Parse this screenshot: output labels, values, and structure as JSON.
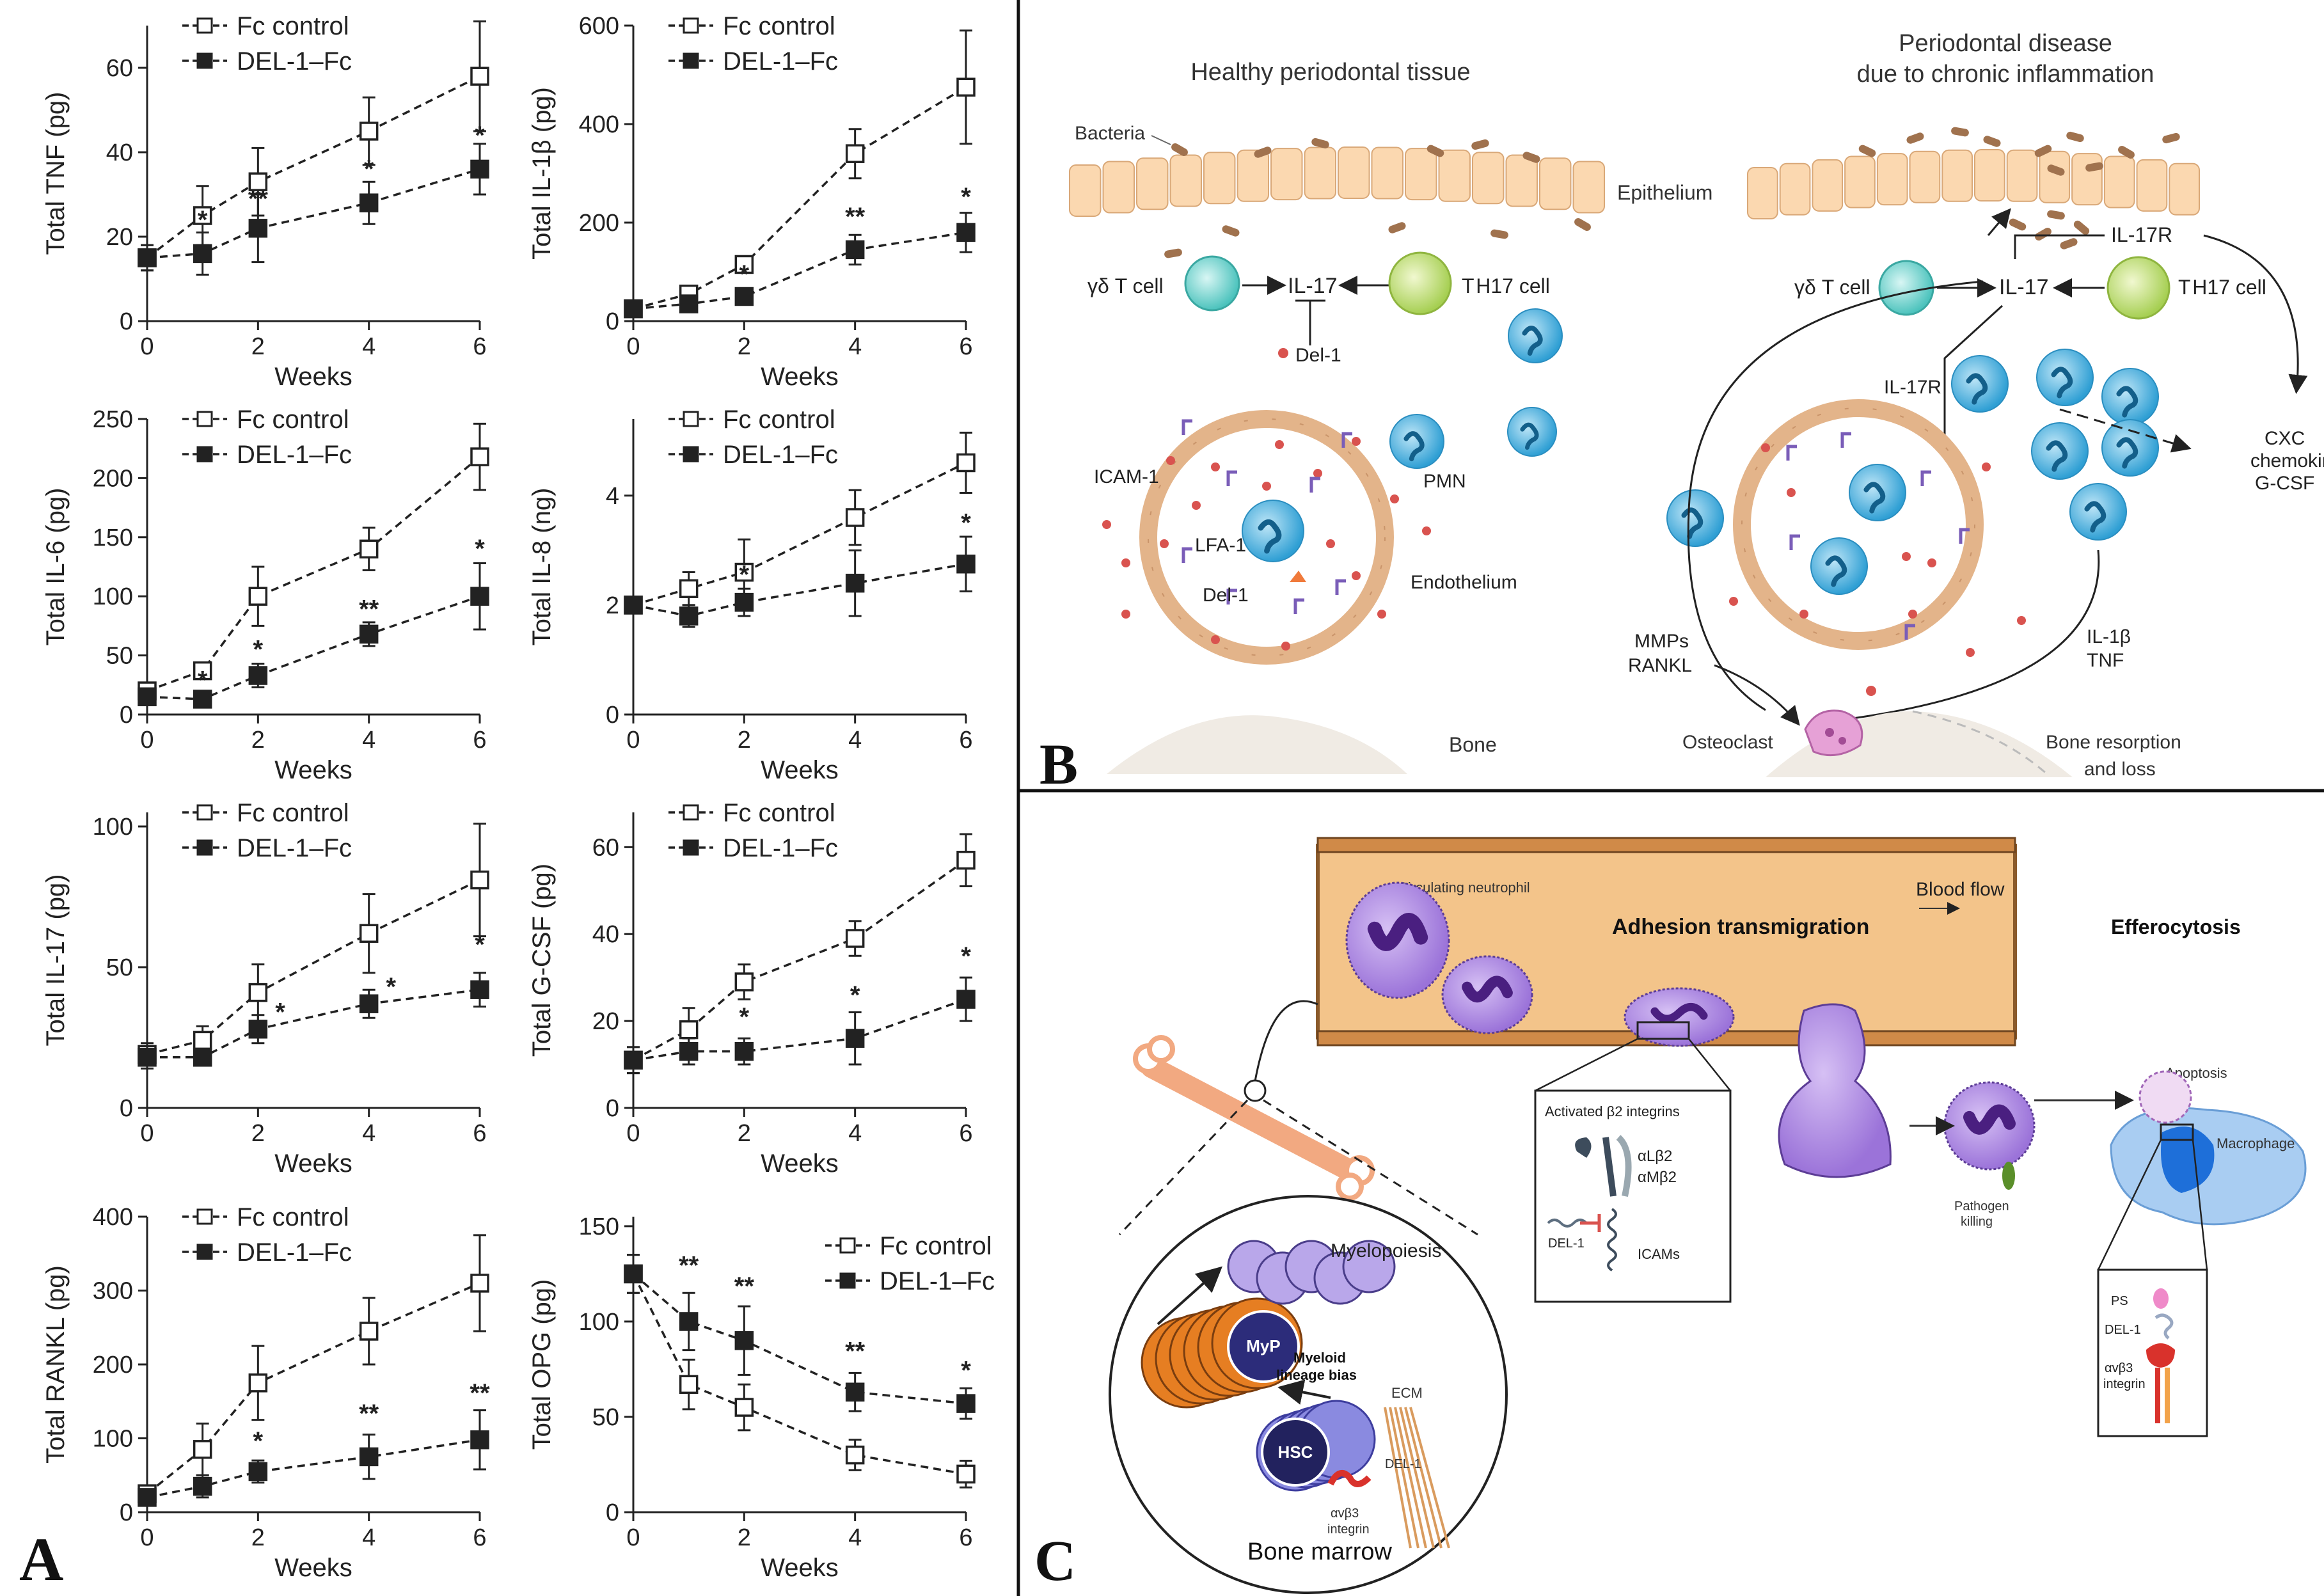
{
  "panels": {
    "a": "A",
    "b": "B",
    "c": "C"
  },
  "chart_data": [
    {
      "type": "line",
      "ylabel": "Total TNF (pg)",
      "xlabel": "Weeks",
      "x": [
        0,
        1,
        2,
        4,
        6
      ],
      "ylim": [
        0,
        70
      ],
      "yticks": [
        0,
        20,
        40,
        60
      ],
      "xticks": [
        0,
        2,
        4,
        6
      ],
      "series": [
        {
          "name": "Fc control",
          "marker": "open",
          "values": [
            15,
            25,
            33,
            45,
            58
          ],
          "err": [
            3,
            7,
            8,
            8,
            13
          ]
        },
        {
          "name": "DEL-1–Fc",
          "marker": "filled",
          "values": [
            15,
            16,
            22,
            28,
            36
          ],
          "err": [
            3,
            5,
            8,
            5,
            6
          ]
        }
      ],
      "annotations": [
        {
          "x": 1,
          "y": 22,
          "text": "*"
        },
        {
          "x": 2,
          "y": 27,
          "text": "**"
        },
        {
          "x": 4,
          "y": 34,
          "text": "*"
        },
        {
          "x": 6,
          "y": 42,
          "text": "*"
        }
      ]
    },
    {
      "type": "line",
      "ylabel": "Total IL-1β (pg)",
      "xlabel": "Weeks",
      "x": [
        0,
        1,
        2,
        4,
        6
      ],
      "ylim": [
        0,
        600
      ],
      "yticks": [
        0,
        200,
        400,
        600
      ],
      "xticks": [
        0,
        2,
        4,
        6
      ],
      "series": [
        {
          "name": "Fc control",
          "marker": "open",
          "values": [
            25,
            55,
            115,
            340,
            475
          ],
          "err": [
            10,
            15,
            15,
            50,
            115
          ]
        },
        {
          "name": "DEL-1–Fc",
          "marker": "filled",
          "values": [
            25,
            35,
            50,
            145,
            180
          ],
          "err": [
            10,
            10,
            10,
            30,
            40
          ]
        }
      ],
      "annotations": [
        {
          "x": 2,
          "y": 78,
          "text": "*"
        },
        {
          "x": 4,
          "y": 195,
          "text": "**"
        },
        {
          "x": 6,
          "y": 235,
          "text": "*"
        }
      ]
    },
    {
      "type": "line",
      "ylabel": "Total IL-6 (pg)",
      "xlabel": "Weeks",
      "x": [
        0,
        1,
        2,
        4,
        6
      ],
      "ylim": [
        0,
        250
      ],
      "yticks": [
        0,
        50,
        100,
        150,
        200,
        250
      ],
      "xticks": [
        0,
        2,
        4,
        6
      ],
      "series": [
        {
          "name": "Fc control",
          "marker": "open",
          "values": [
            20,
            37,
            100,
            140,
            218
          ],
          "err": [
            5,
            5,
            25,
            18,
            28
          ]
        },
        {
          "name": "DEL-1–Fc",
          "marker": "filled",
          "values": [
            15,
            13,
            33,
            68,
            100
          ],
          "err": [
            5,
            5,
            10,
            10,
            28
          ]
        }
      ],
      "annotations": [
        {
          "x": 1,
          "y": 22,
          "text": "*"
        },
        {
          "x": 2,
          "y": 48,
          "text": "*"
        },
        {
          "x": 4,
          "y": 82,
          "text": "**"
        },
        {
          "x": 6,
          "y": 133,
          "text": "*"
        }
      ]
    },
    {
      "type": "line",
      "ylabel": "Total IL-8 (ng)",
      "xlabel": "Weeks",
      "x": [
        0,
        1,
        2,
        4,
        6
      ],
      "ylim": [
        0,
        5.4
      ],
      "yticks": [
        0,
        2,
        4
      ],
      "xticks": [
        0,
        2,
        4,
        6
      ],
      "series": [
        {
          "name": "Fc control",
          "marker": "open",
          "values": [
            2.0,
            2.3,
            2.6,
            3.6,
            4.6
          ],
          "err": [
            0.15,
            0.3,
            0.6,
            0.5,
            0.55
          ]
        },
        {
          "name": "DEL-1–Fc",
          "marker": "filled",
          "values": [
            2.0,
            1.8,
            2.05,
            2.4,
            2.75
          ],
          "err": [
            0.15,
            0.2,
            0.25,
            0.6,
            0.5
          ]
        }
      ],
      "annotations": [
        {
          "x": 2,
          "y": 2.4,
          "text": "*"
        },
        {
          "x": 6,
          "y": 3.35,
          "text": "*"
        }
      ]
    },
    {
      "type": "line",
      "ylabel": "Total IL-17 (pg)",
      "xlabel": "Weeks",
      "x": [
        0,
        1,
        2,
        4,
        6
      ],
      "ylim": [
        0,
        105
      ],
      "yticks": [
        0,
        50,
        100
      ],
      "xticks": [
        0,
        2,
        4,
        6
      ],
      "series": [
        {
          "name": "Fc control",
          "marker": "open",
          "values": [
            19,
            24,
            41,
            62,
            81
          ],
          "err": [
            4,
            5,
            10,
            14,
            20
          ]
        },
        {
          "name": "DEL-1–Fc",
          "marker": "filled",
          "values": [
            18,
            18,
            28,
            37,
            42
          ],
          "err": [
            4,
            3,
            5,
            5,
            6
          ]
        }
      ],
      "annotations": [
        {
          "x": 2.4,
          "y": 31,
          "text": "*"
        },
        {
          "x": 4.4,
          "y": 40,
          "text": "*"
        },
        {
          "x": 6,
          "y": 55,
          "text": "*"
        }
      ]
    },
    {
      "type": "line",
      "ylabel": "Total G-CSF (pg)",
      "xlabel": "Weeks",
      "x": [
        0,
        1,
        2,
        4,
        6
      ],
      "ylim": [
        0,
        68
      ],
      "yticks": [
        0,
        20,
        40,
        60
      ],
      "xticks": [
        0,
        2,
        4,
        6
      ],
      "series": [
        {
          "name": "Fc control",
          "marker": "open",
          "values": [
            11,
            18,
            29,
            39,
            57
          ],
          "err": [
            3,
            5,
            4,
            4,
            6
          ]
        },
        {
          "name": "DEL-1–Fc",
          "marker": "filled",
          "values": [
            11,
            13,
            13,
            16,
            25
          ],
          "err": [
            3,
            3,
            3,
            6,
            5
          ]
        }
      ],
      "annotations": [
        {
          "x": 2,
          "y": 19,
          "text": "*"
        },
        {
          "x": 4,
          "y": 24,
          "text": "*"
        },
        {
          "x": 6,
          "y": 33,
          "text": "*"
        }
      ]
    },
    {
      "type": "line",
      "ylabel": "Total RANKL (pg)",
      "xlabel": "Weeks",
      "x": [
        0,
        1,
        2,
        4,
        6
      ],
      "ylim": [
        0,
        400
      ],
      "yticks": [
        0,
        100,
        200,
        300,
        400
      ],
      "xticks": [
        0,
        2,
        4,
        6
      ],
      "series": [
        {
          "name": "Fc control",
          "marker": "open",
          "values": [
            25,
            85,
            175,
            245,
            310
          ],
          "err": [
            10,
            35,
            50,
            45,
            65
          ]
        },
        {
          "name": "DEL-1–Fc",
          "marker": "filled",
          "values": [
            20,
            35,
            55,
            75,
            98
          ],
          "err": [
            10,
            15,
            15,
            30,
            40
          ]
        }
      ],
      "annotations": [
        {
          "x": 2,
          "y": 85,
          "text": "*"
        },
        {
          "x": 4,
          "y": 122,
          "text": "**"
        },
        {
          "x": 6,
          "y": 150,
          "text": "**"
        }
      ]
    },
    {
      "type": "line",
      "ylabel": "Total OPG (pg)",
      "xlabel": "Weeks",
      "x": [
        0,
        1,
        2,
        4,
        6
      ],
      "ylim": [
        0,
        155
      ],
      "yticks": [
        0,
        50,
        100,
        150
      ],
      "xticks": [
        0,
        2,
        4,
        6
      ],
      "series": [
        {
          "name": "Fc control",
          "marker": "open",
          "values": [
            125,
            67,
            55,
            30,
            20
          ],
          "err": [
            10,
            13,
            12,
            8,
            7
          ]
        },
        {
          "name": "DEL-1–Fc",
          "marker": "filled",
          "values": [
            125,
            100,
            90,
            63,
            57
          ],
          "err": [
            10,
            15,
            18,
            10,
            8
          ]
        }
      ],
      "annotations": [
        {
          "x": 1,
          "y": 125,
          "text": "**"
        },
        {
          "x": 2,
          "y": 114,
          "text": "**"
        },
        {
          "x": 4,
          "y": 80,
          "text": "**"
        },
        {
          "x": 6,
          "y": 70,
          "text": "*"
        }
      ]
    }
  ],
  "diagram_b": {
    "healthy_title": "Healthy periodontal tissue",
    "disease_title_1": "Periodontal disease",
    "disease_title_2": "due to chronic inflammation",
    "bacteria": "Bacteria",
    "epithelium": "Epithelium",
    "gd_t_cell": "γδ T cell",
    "il17": "IL-17",
    "th17_cell": "T H17 cell",
    "del1": "Del-1",
    "icam1": "ICAM-1",
    "lfa1": "LFA-1",
    "pmn": "PMN",
    "endothelium": "Endothelium",
    "bone": "Bone",
    "il17r": "IL-17R",
    "cxc_1": "CXC",
    "cxc_2": "chemokines",
    "cxc_3": "G-CSF",
    "mmps": "MMPs",
    "rankl": "RANKL",
    "il1b": "IL-1β",
    "tnf": "TNF",
    "osteoclast": "Osteoclast",
    "bone_resorption_1": "Bone resorption",
    "bone_resorption_2": "and loss"
  },
  "diagram_c": {
    "circulating_neutrophil": "Circulating neutrophil",
    "blood_flow": "Blood flow",
    "adhesion": "Adhesion transmigration",
    "efferocytosis": "Efferocytosis",
    "activated_integrins": "Activated β2 integrins",
    "alb2": "αLβ2",
    "amb2": "αMβ2",
    "del1": "DEL-1",
    "icams": "ICAMs",
    "apoptosis": "Apoptosis",
    "macrophage": "Macrophage",
    "pathogen_1": "Pathogen",
    "pathogen_2": "killing",
    "ps": "PS",
    "avb3_1": "αvβ3",
    "avb3_2": "integrin",
    "myelopoiesis": "Myelopoiesis",
    "myeloid_1": "Myeloid",
    "myeloid_2": "lineage bias",
    "myp": "MyP",
    "hsc": "HSC",
    "ecm": "ECM",
    "bone_marrow": "Bone marrow"
  }
}
